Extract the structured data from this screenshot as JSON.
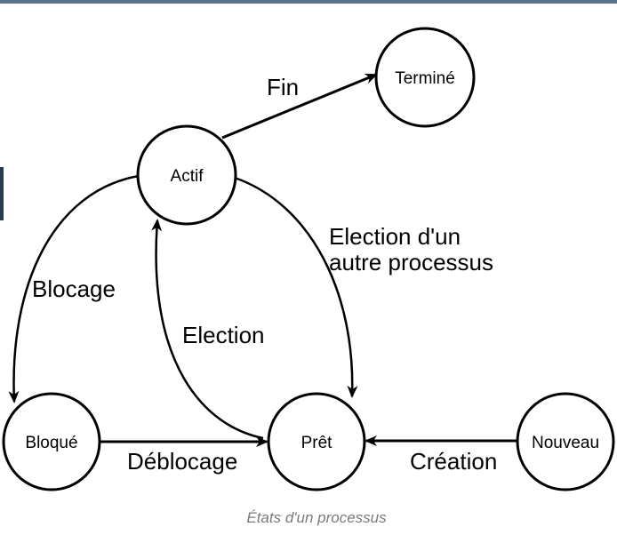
{
  "diagram": {
    "states": {
      "actif": "Actif",
      "termine": "Terminé",
      "bloque": "Bloqué",
      "pret": "Prêt",
      "nouveau": "Nouveau"
    },
    "transitions": {
      "fin": "Fin",
      "blocage": "Blocage",
      "election": "Election",
      "election_autre_line1": "Election d'un",
      "election_autre_line2": "autre processus",
      "deblocage": "Déblocage",
      "creation": "Création"
    },
    "caption": "États d'un processus",
    "colors": {
      "stroke": "#000000",
      "caption": "#7a7a7a",
      "top_border": "#5b6f86"
    }
  }
}
